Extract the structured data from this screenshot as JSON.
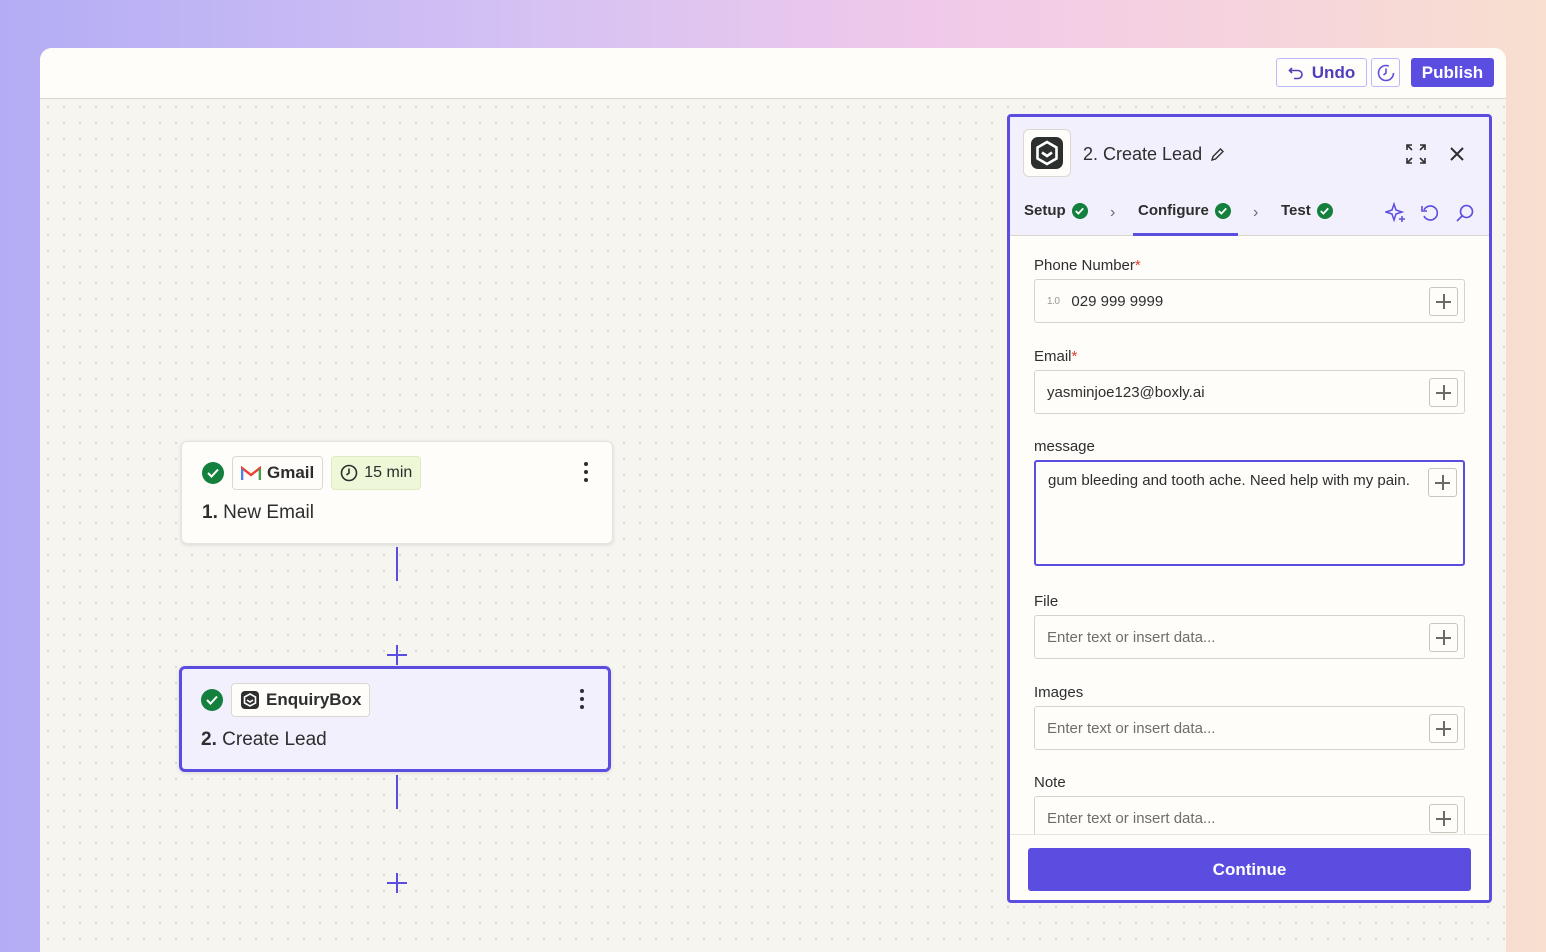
{
  "toolbar": {
    "undo_label": "Undo",
    "publish_label": "Publish"
  },
  "canvas": {
    "nodes": [
      {
        "app_name": "Gmail",
        "schedule": "15 min",
        "step_number": "1.",
        "step_name": "New Email"
      },
      {
        "app_name": "EnquiryBox",
        "step_number": "2.",
        "step_name": "Create Lead"
      }
    ]
  },
  "panel": {
    "title": "2. Create Lead",
    "tabs": [
      {
        "label": "Setup",
        "status": "complete"
      },
      {
        "label": "Configure",
        "status": "complete",
        "active": true
      },
      {
        "label": "Test",
        "status": "complete"
      }
    ],
    "fields": [
      {
        "label": "Phone Number",
        "required": "*",
        "type_badge": "1.0",
        "value": "029 999 9999"
      },
      {
        "label": "Email",
        "required": "*",
        "value": "yasminjoe123@boxly.ai"
      },
      {
        "label": "message",
        "value": "gum bleeding and tooth ache. Need help with my pain."
      },
      {
        "label": "File",
        "placeholder": "Enter text or insert data..."
      },
      {
        "label": "Images",
        "placeholder": "Enter text or insert data..."
      },
      {
        "label": "Note",
        "placeholder": "Enter text or insert data..."
      }
    ],
    "continue_label": "Continue"
  },
  "colors": {
    "accent": "#5b4de0",
    "success": "#13803d",
    "required": "#de3d2e"
  }
}
